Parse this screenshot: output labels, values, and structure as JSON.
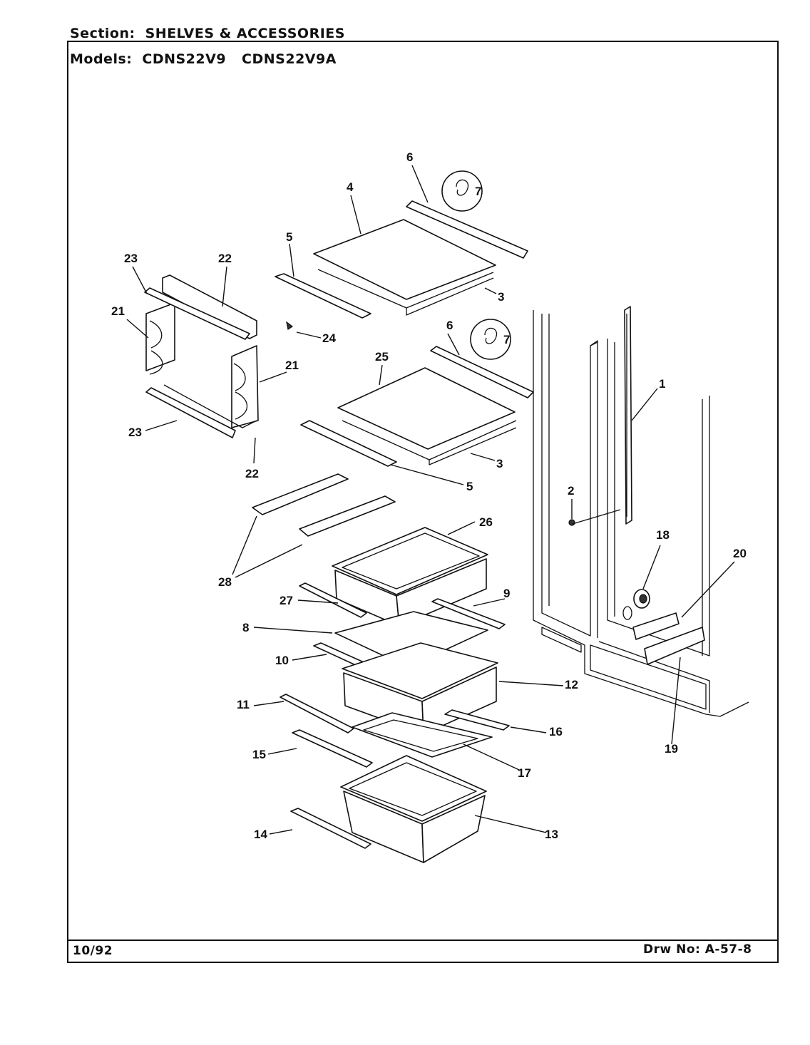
{
  "header": {
    "section_label": "Section:",
    "section_value": "SHELVES & ACCESSORIES",
    "models_label": "Models:",
    "model_1": "CDNS22V9",
    "model_2": "CDNS22V9A"
  },
  "footer": {
    "date": "10/92",
    "drawing_number": "Drw No: A-57-8"
  },
  "callouts": {
    "c1": "1",
    "c2": "2",
    "c3a": "3",
    "c3b": "3",
    "c4": "4",
    "c5a": "5",
    "c5b": "5",
    "c6a": "6",
    "c6b": "6",
    "c7a": "7",
    "c7b": "7",
    "c8": "8",
    "c9": "9",
    "c10": "10",
    "c11": "11",
    "c12": "12",
    "c13": "13",
    "c14": "14",
    "c15": "15",
    "c16": "16",
    "c17": "17",
    "c18": "18",
    "c19": "19",
    "c20": "20",
    "c21a": "21",
    "c21b": "21",
    "c22a": "22",
    "c22b": "22",
    "c23a": "23",
    "c23b": "23",
    "c24": "24",
    "c25": "25",
    "c26": "26",
    "c27": "27",
    "c28": "28"
  }
}
